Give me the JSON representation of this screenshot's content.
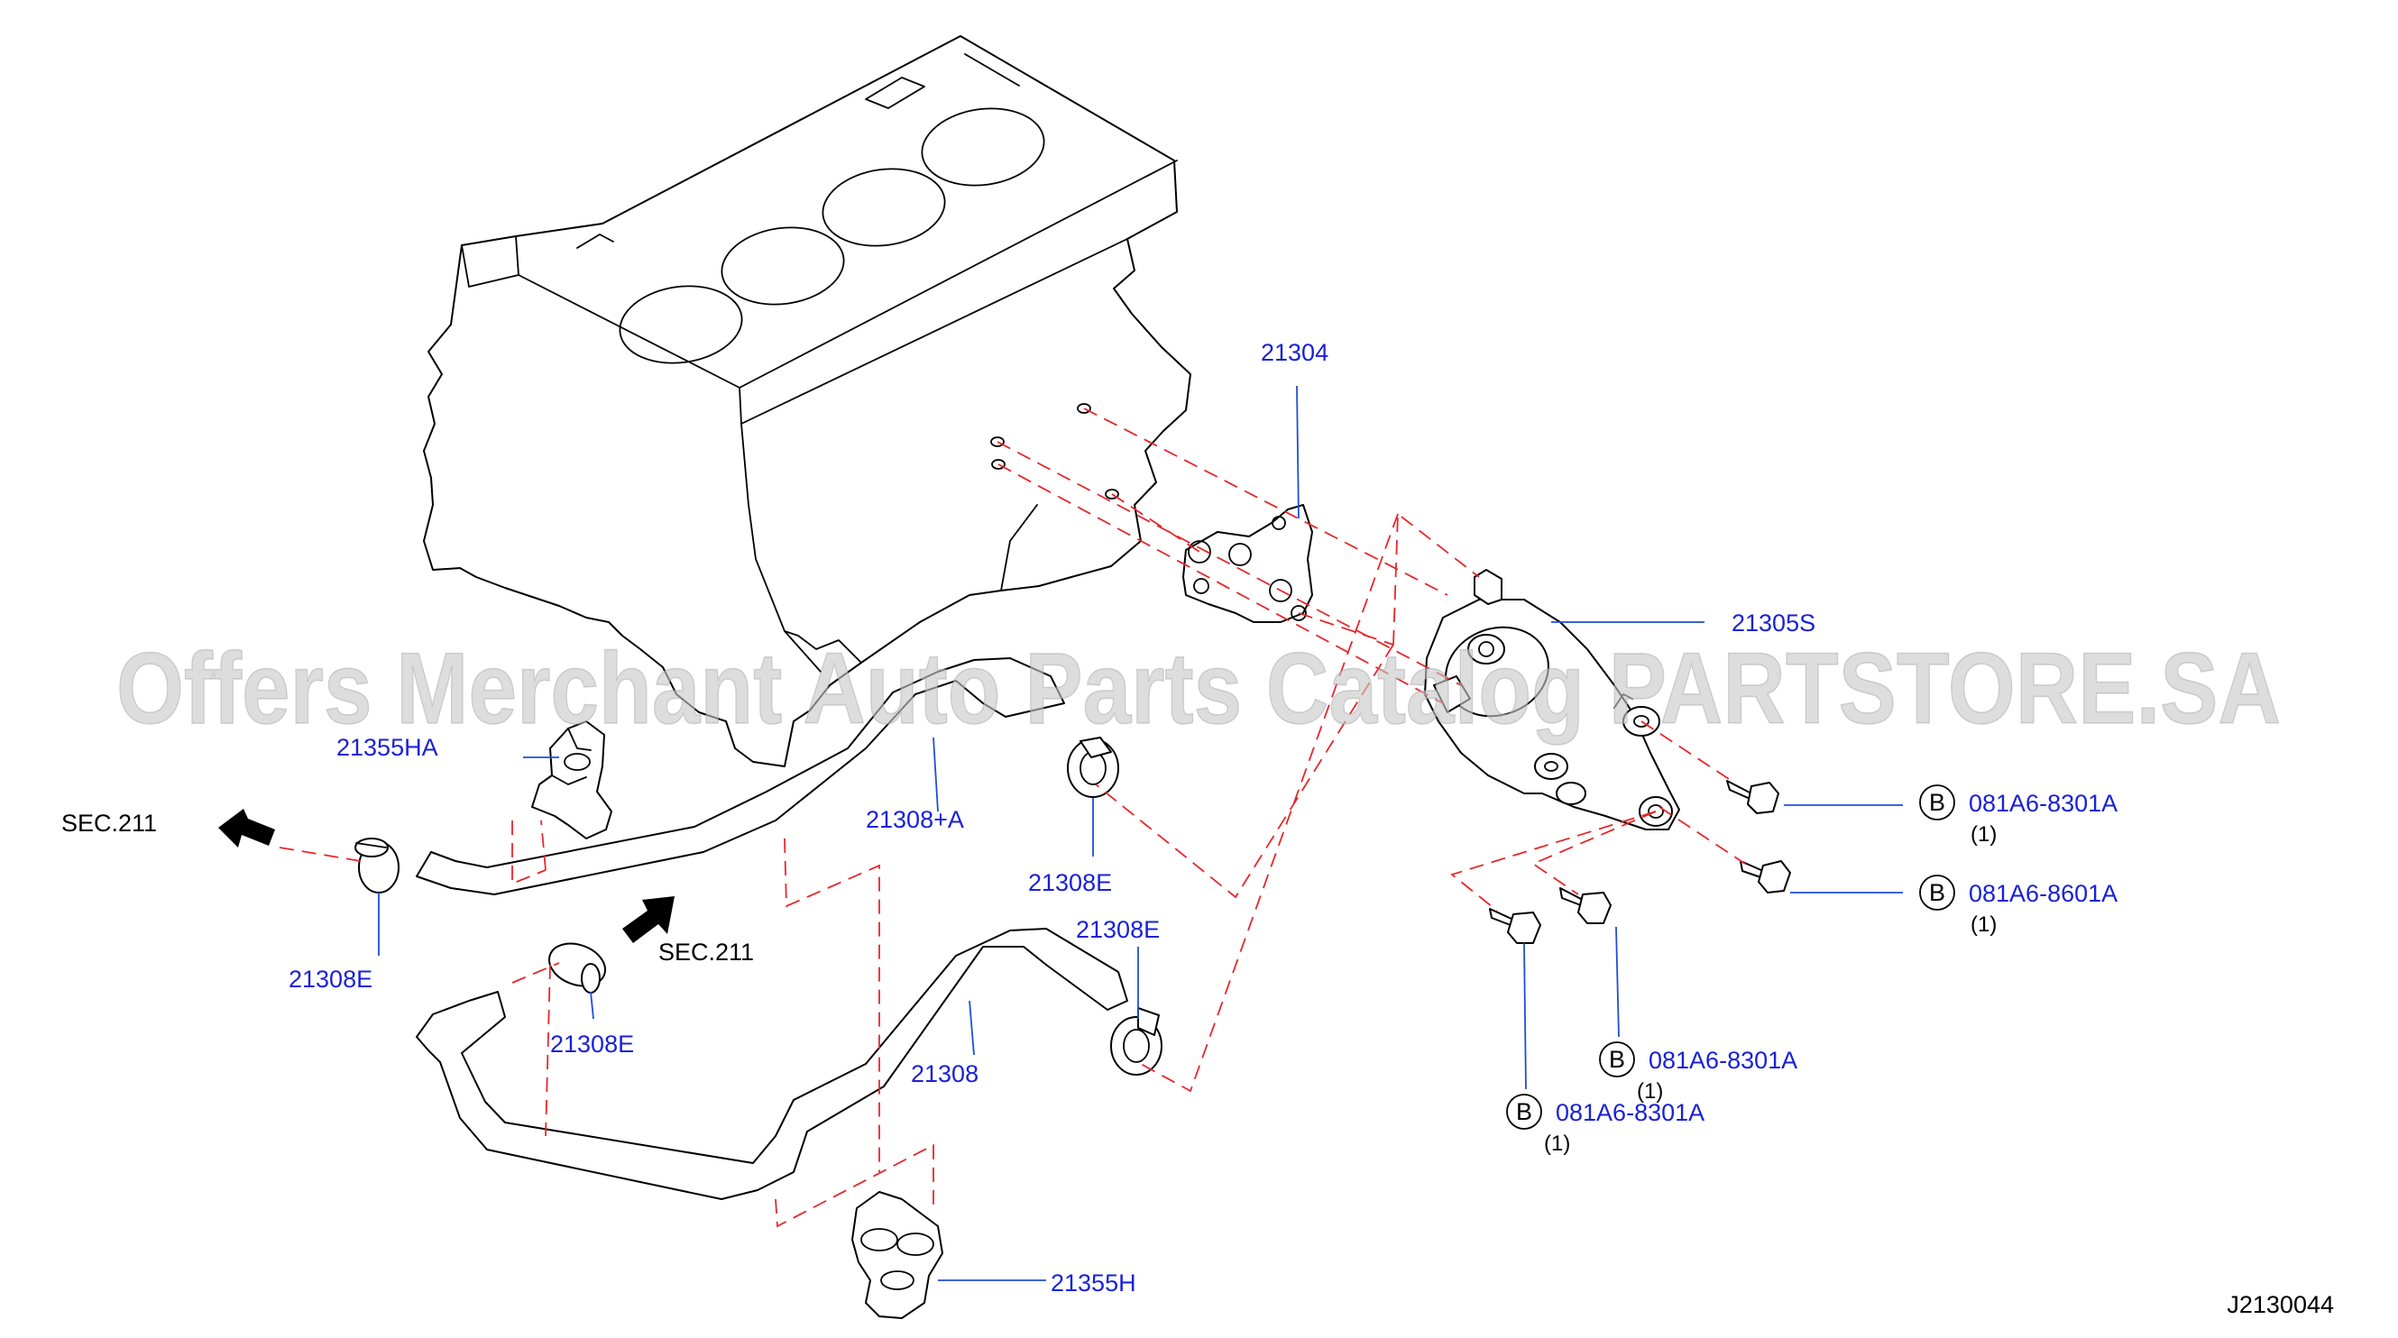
{
  "watermark": "Offers Merchant Auto Parts Catalog PARTSTORE.SA",
  "diagram_code": "J2130044",
  "callouts": {
    "p21304": "21304",
    "p21305S": "21305S",
    "p21355HA": "21355HA",
    "p21308A": "21308+A",
    "p21308E_a": "21308E",
    "p21308E_b": "21308E",
    "p21308E_c": "21308E",
    "p21308E_d": "21308E",
    "p21308": "21308",
    "p21355H": "21355H",
    "sec_left": "SEC.211",
    "sec_mid": "SEC.211"
  },
  "bolts": [
    {
      "badge": "B",
      "part": "081A6-8301A",
      "qty": "(1)"
    },
    {
      "badge": "B",
      "part": "081A6-8601A",
      "qty": "(1)"
    },
    {
      "badge": "B",
      "part": "081A6-8301A",
      "qty": "(1)"
    },
    {
      "badge": "B",
      "part": "081A6-8301A",
      "qty": "(1)"
    }
  ],
  "colors": {
    "callout": "#1a22d6",
    "leader": "#1f4fd8",
    "dash": "#e8262b"
  }
}
